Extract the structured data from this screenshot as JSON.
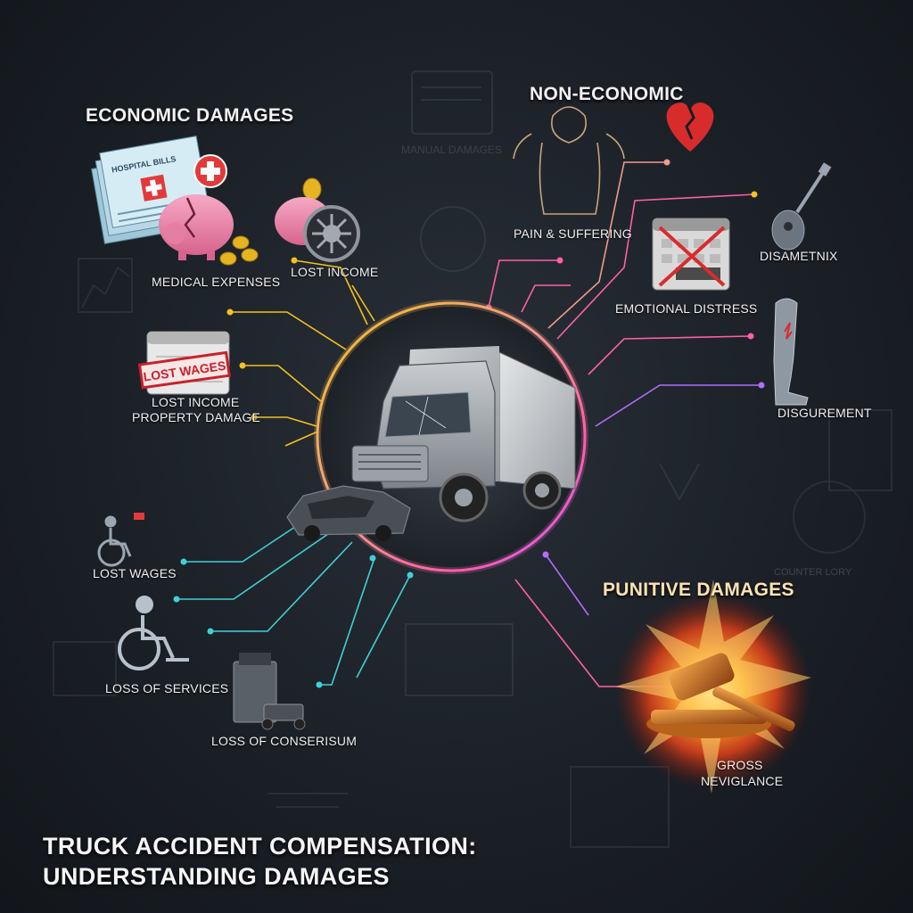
{
  "title": {
    "line1": "TRUCK ACCIDENT COMPENSATION:",
    "line2": "UNDERSTANDING DAMAGES"
  },
  "economic": {
    "heading": "ECONOMIC DAMAGES",
    "bills_text": "HOSPITAL BILLS",
    "stamp_text": "LOST WAGES",
    "labels": {
      "medical_expenses": "MEDICAL EXPENSES",
      "lost_income_top": "LOST INCOME",
      "lost_income": "LOST INCOME",
      "property_damage": "PROPERTY DAMAGE",
      "lost_wages": "LOST WAGES",
      "loss_of_services": "LOSS OF SERVICES",
      "loss_of_consortium": "LOSS OF CONSERISUM"
    }
  },
  "non_economic": {
    "heading": "NON-ECONOMIC",
    "labels": {
      "pain_suffering": "PAIN & SUFFERING",
      "emotional_distress": "EMOTIONAL DISTRESS",
      "disability": "DISAMETNIX",
      "disfigurement": "DISGUREMENT"
    }
  },
  "punitive": {
    "heading": "PUNITIVE DAMAGES",
    "gross_line1": "GROSS",
    "gross_line2": "NEVIGLANCE"
  },
  "background_texts": {
    "bg1": "MANUAL DAMAGES",
    "bg2": "COUNTER LORY"
  },
  "colors": {
    "accent_yellow": "#f2c21f",
    "accent_cyan": "#3fd1d6",
    "accent_pink": "#ff5fa8",
    "accent_purple": "#b46cff",
    "accent_orange": "#ff7a2a"
  }
}
